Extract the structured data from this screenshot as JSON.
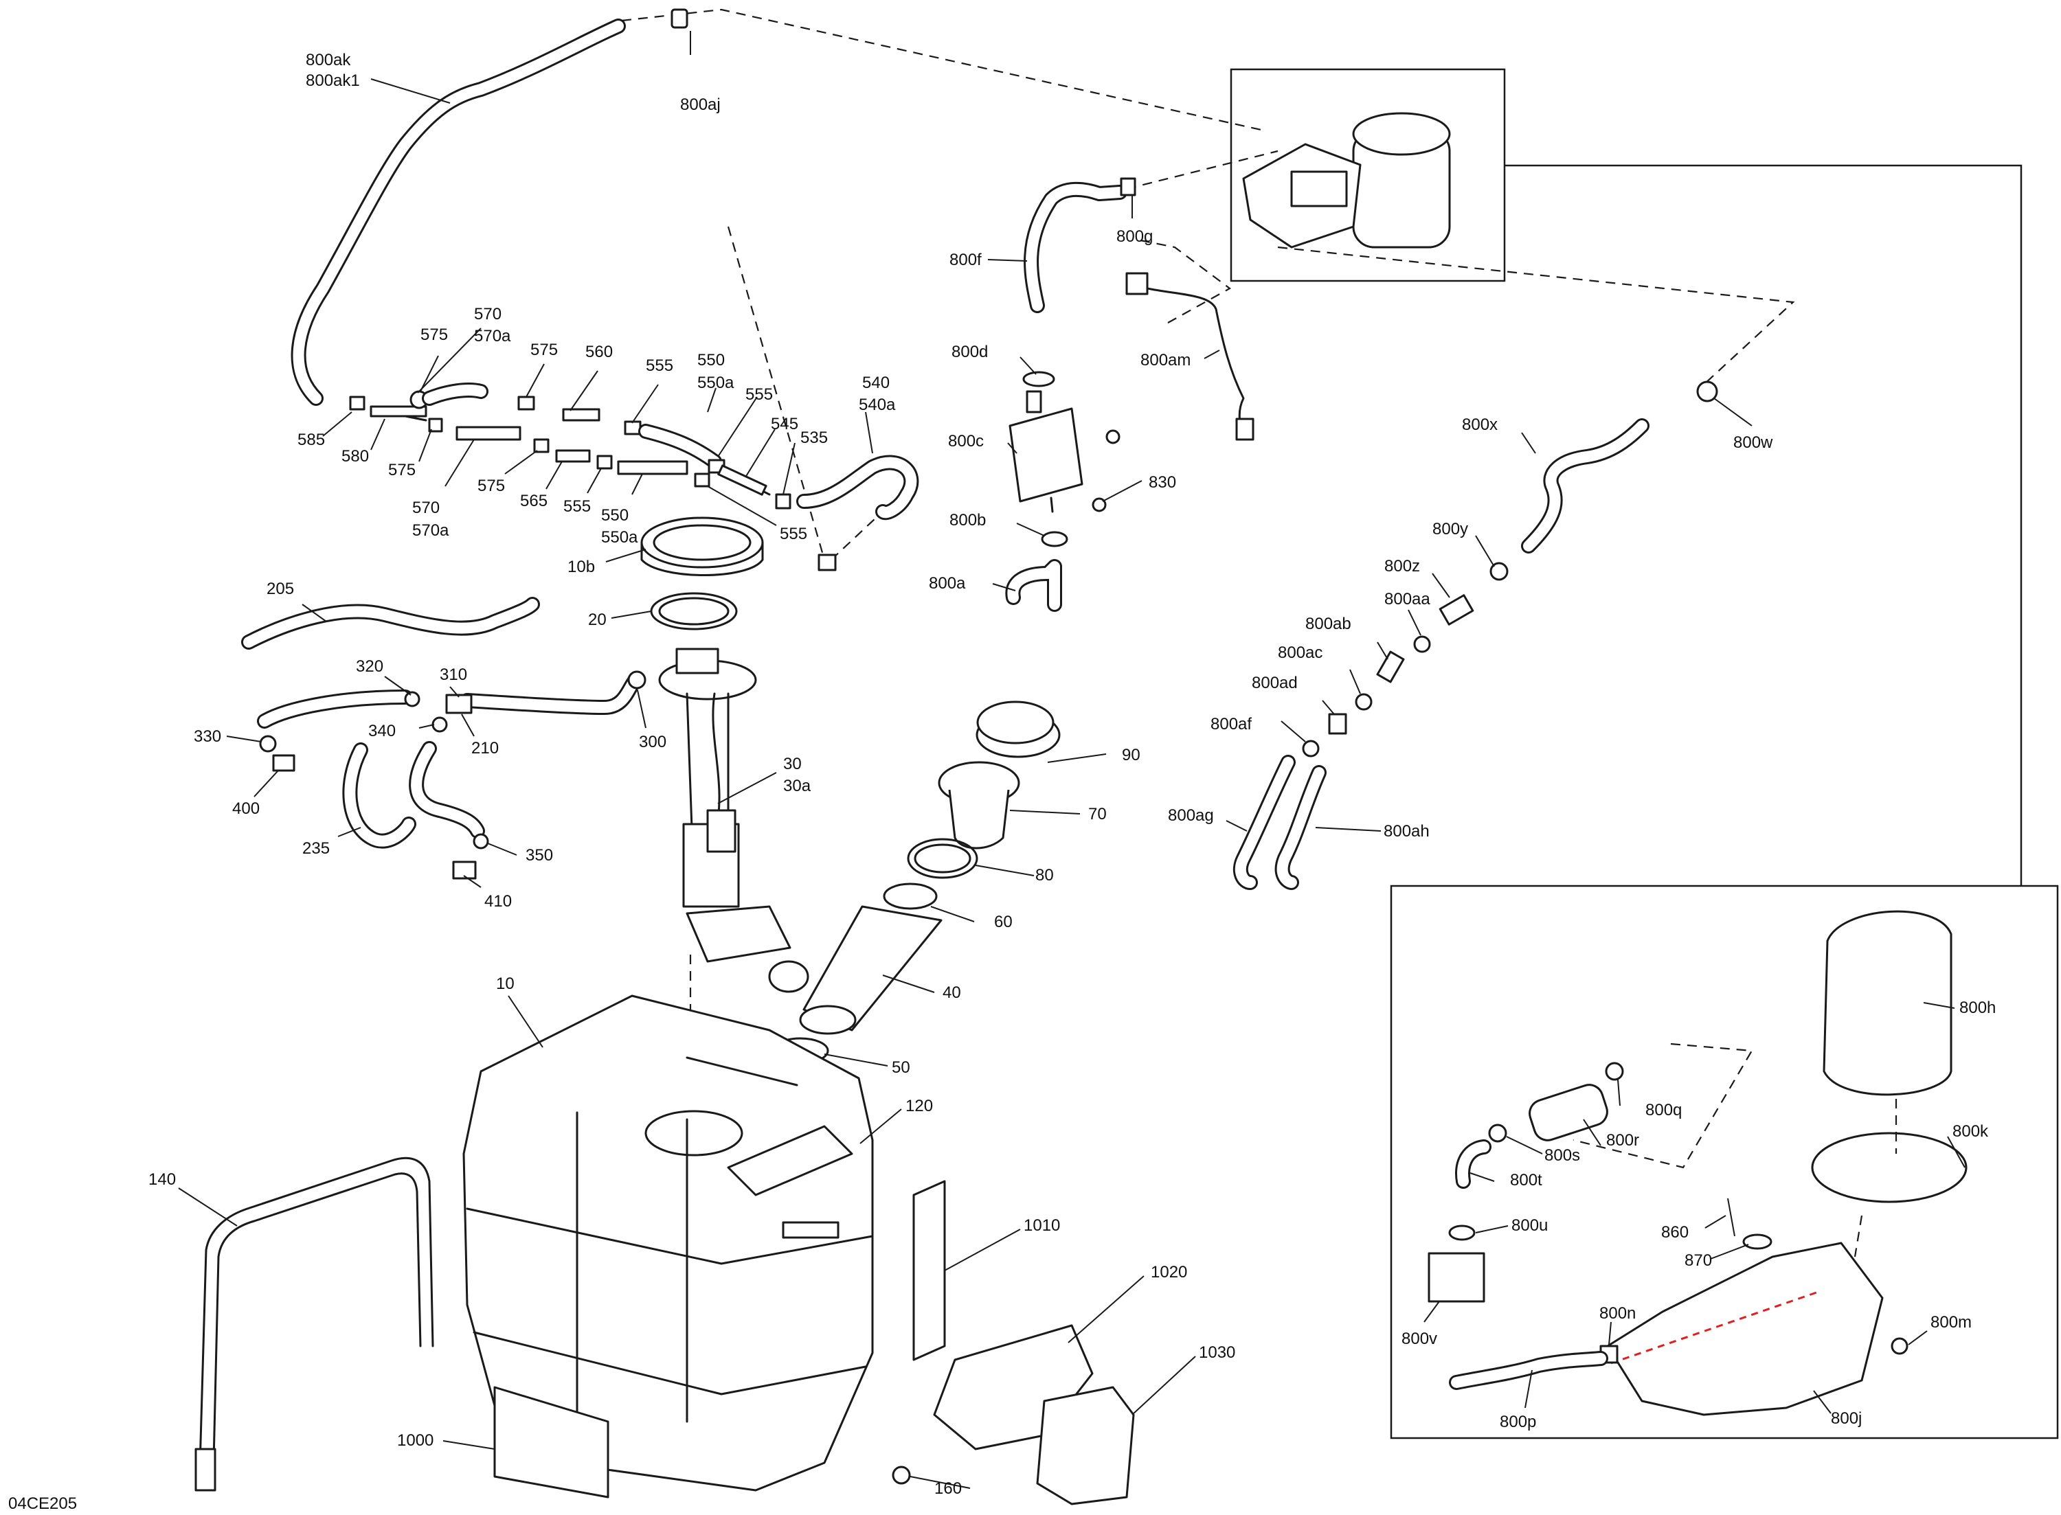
{
  "diagram_id": "04CE205",
  "colors": {
    "line": "#1a1a1a",
    "background": "#ffffff",
    "highlight": "#e02020"
  },
  "labels": {
    "p800ak": "800ak",
    "p800ak1": "800ak1",
    "p800aj": "800aj",
    "p800g": "800g",
    "p800f": "800f",
    "p800d": "800d",
    "p800am": "800am",
    "p800c": "800c",
    "p830": "830",
    "p800b": "800b",
    "p800a": "800a",
    "p800x": "800x",
    "p800w": "800w",
    "p800y": "800y",
    "p800z": "800z",
    "p800aa": "800aa",
    "p800ab": "800ab",
    "p800ac": "800ac",
    "p800ad": "800ad",
    "p800af": "800af",
    "p800ag": "800ag",
    "p800ah": "800ah",
    "p570_top": "570",
    "p570a_top": "570a",
    "p575_a": "575",
    "p575_b": "575",
    "p560": "560",
    "p555_a": "555",
    "p550_top": "550",
    "p550a_top": "550a",
    "p555_b": "555",
    "p540": "540",
    "p540a": "540a",
    "p545": "545",
    "p535": "535",
    "p585": "585",
    "p580": "580",
    "p575_c": "575",
    "p570_bot": "570",
    "p570a_bot": "570a",
    "p575_d": "575",
    "p565": "565",
    "p555_c": "555",
    "p550_bot": "550",
    "p550a_bot": "550a",
    "p555_d": "555",
    "p10b": "10b",
    "p20": "20",
    "p205": "205",
    "p320": "320",
    "p310": "310",
    "p330": "330",
    "p340": "340",
    "p210": "210",
    "p300": "300",
    "p400": "400",
    "p235": "235",
    "p350": "350",
    "p410": "410",
    "p30": "30",
    "p30a": "30a",
    "p90": "90",
    "p70": "70",
    "p80": "80",
    "p60": "60",
    "p40": "40",
    "p50": "50",
    "p10": "10",
    "p120": "120",
    "p140": "140",
    "p1010": "1010",
    "p1020": "1020",
    "p1030": "1030",
    "p1000": "1000",
    "p160": "160",
    "p800h": "800h",
    "p800q": "800q",
    "p800r": "800r",
    "p800s": "800s",
    "p800t": "800t",
    "p800u": "800u",
    "p800k": "800k",
    "p860": "860",
    "p870": "870",
    "p800v": "800v",
    "p800n": "800n",
    "p800m": "800m",
    "p800p": "800p",
    "p800j": "800j"
  }
}
